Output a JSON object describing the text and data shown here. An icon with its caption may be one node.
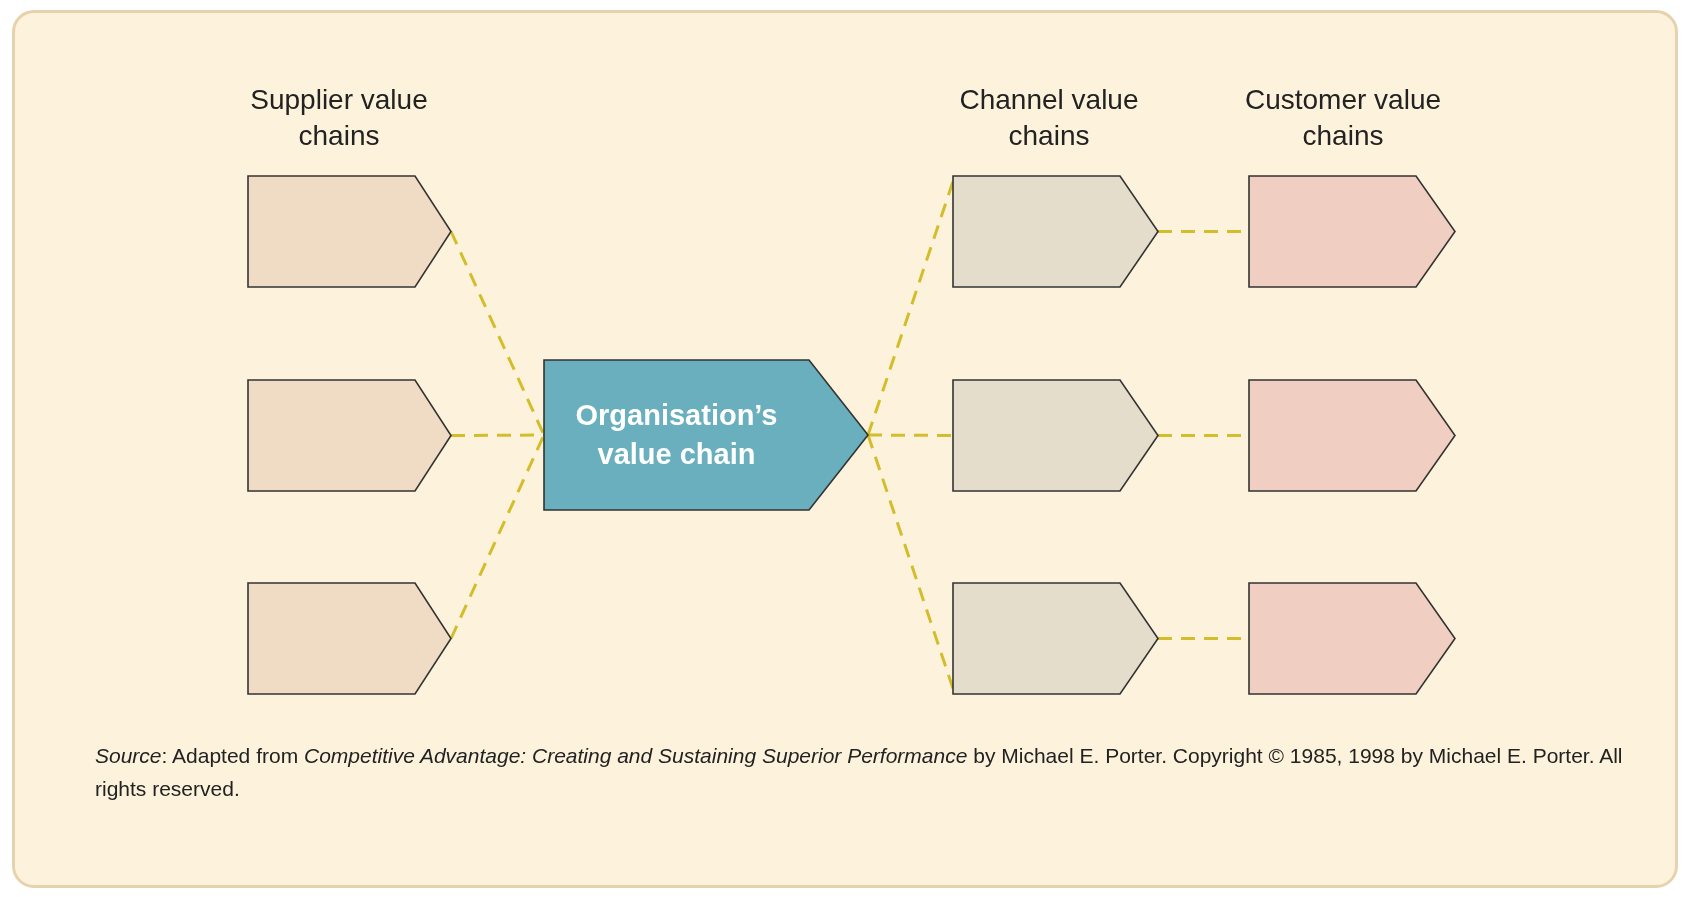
{
  "diagram": {
    "caption": "*Source*: Adapted from *Competitive Advantage: Creating and Sustaining Superior Performance* by Michael E. Porter. Copyright © 1985, 1998 by Michael E. Porter. All rights reserved.",
    "nodes": [
      {
        "text": [],
        "shape": "pentagon"
      },
      {
        "text": [],
        "shape": "pentagon"
      },
      {
        "text": [],
        "shape": "pentagon"
      },
      {
        "text": [
          "Organisation’s value chain"
        ]
      },
      {
        "text": [],
        "shape": "pentagon"
      },
      {
        "text": [],
        "shape": "pentagon"
      },
      {
        "text": [],
        "shape": "pentagon"
      },
      {
        "text": [],
        "shape": "pentagon"
      },
      {
        "text": [],
        "shape": "pentagon"
      },
      {
        "text": [],
        "shape": "pentagon"
      }
    ],
    "edges": [
      {
        "from": 0,
        "to": 3,
        "arrow": "none",
        "style": "dashed"
      },
      {
        "from": 1,
        "to": 3,
        "arrow": "none",
        "style": "dashed"
      },
      {
        "from": 2,
        "to": 3,
        "arrow": "none",
        "style": "dashed"
      },
      {
        "from": 3,
        "to": 4,
        "arrow": "none",
        "style": "dashed"
      },
      {
        "from": 3,
        "to": 5,
        "arrow": "none",
        "style": "dashed"
      },
      {
        "from": 3,
        "to": 6,
        "arrow": "none",
        "style": "dashed"
      },
      {
        "from": 4,
        "to": 7,
        "arrow": "none",
        "style": "dashed"
      },
      {
        "from": 5,
        "to": 8,
        "arrow": "none",
        "style": "dashed"
      },
      {
        "from": 6,
        "to": 9,
        "arrow": "none",
        "style": "dashed"
      }
    ],
    "labels": [
      "Supplier value chains",
      "Channel value chains",
      "Customer value chains"
    ]
  }
}
